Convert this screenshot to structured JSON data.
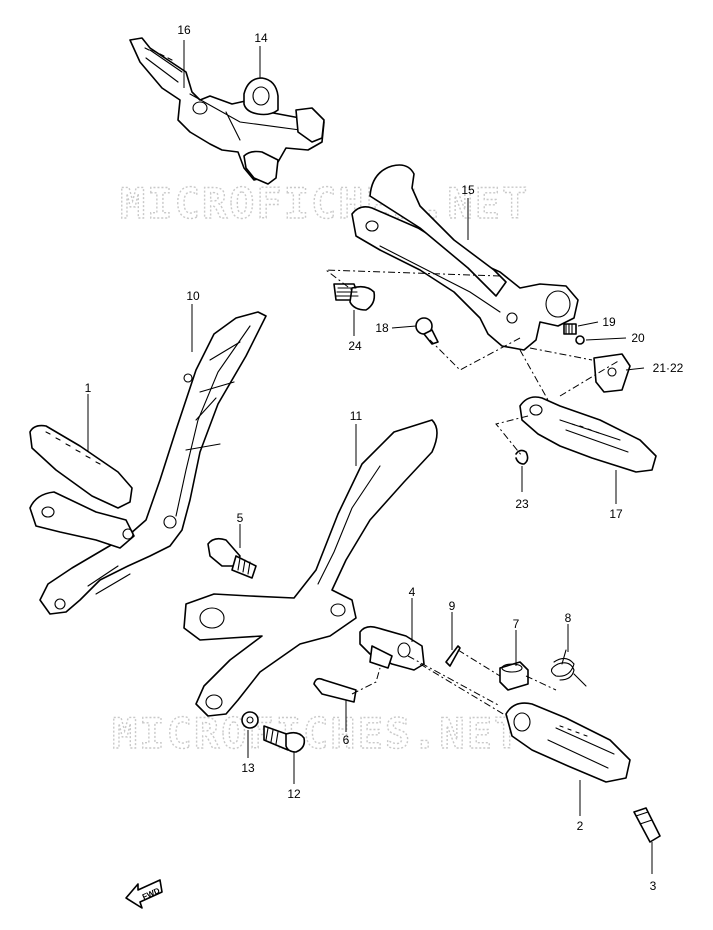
{
  "watermarks": [
    "MICROFICHES.NET",
    "MICROFICHES.NET"
  ],
  "fwd_label": "FWD",
  "callouts": {
    "p1": "1",
    "p2": "2",
    "p3": "3",
    "p4": "4",
    "p5": "5",
    "p6": "6",
    "p7": "7",
    "p8": "8",
    "p9": "9",
    "p10": "10",
    "p11": "11",
    "p12": "12",
    "p13": "13",
    "p14": "14",
    "p15": "15",
    "p16": "16",
    "p17": "17",
    "p18": "18",
    "p19": "19",
    "p20": "20",
    "p21_22": "21·22",
    "p23": "23",
    "p24": "24"
  }
}
